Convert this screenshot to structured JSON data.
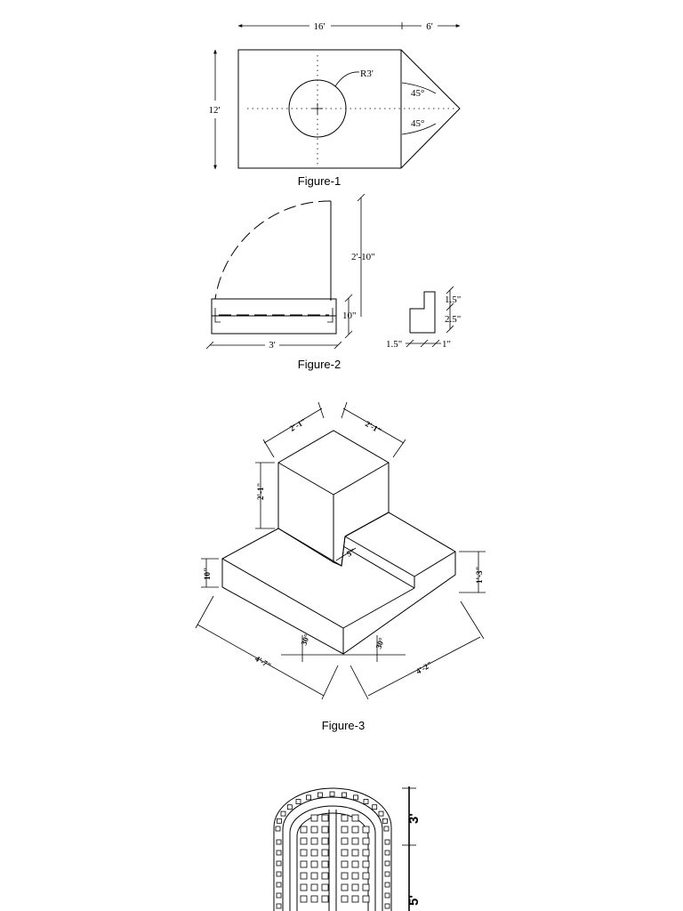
{
  "figure1": {
    "caption": "Figure-1",
    "dim_width": "16'",
    "dim_tip": "6'",
    "dim_height": "12'",
    "radius": "R3'",
    "angle_top": "45°",
    "angle_bottom": "45°"
  },
  "figure2": {
    "caption": "Figure-2",
    "dim_height": "2'-10\"",
    "dim_base_height": "10\"",
    "dim_width": "3'",
    "dim_top": "1.5\"",
    "dim_mid": "2.5\"",
    "dim_left": "1.5\"",
    "dim_right": "1\""
  },
  "figure3": {
    "caption": "Figure-3",
    "dim_top_left": "2'-1\"",
    "dim_top_right": "2'-1\"",
    "dim_cube_height": "2'-1\"",
    "dim_base_height": "10\"",
    "dim_right_height": "1'-3\"",
    "dim_small": "5\"",
    "dim_bottom_left": "4'-7\"",
    "dim_bottom_right": "4'-2\"",
    "angle_left": "30°",
    "angle_right": "30°"
  },
  "figure4": {
    "dim_top": "3'",
    "dim_bottom": "5'"
  }
}
